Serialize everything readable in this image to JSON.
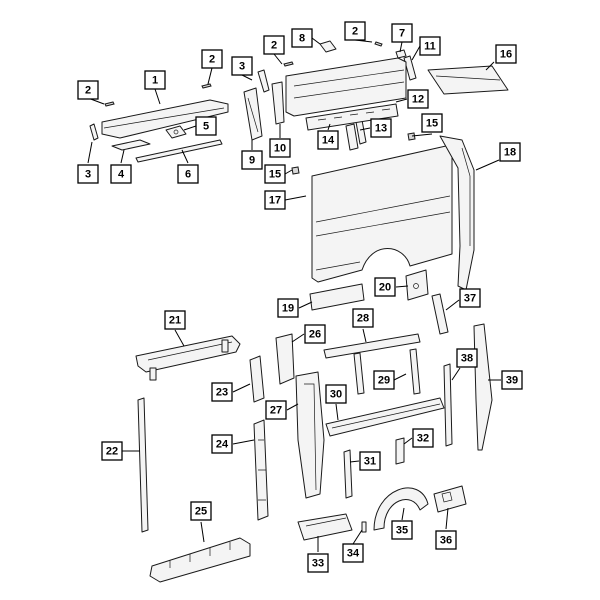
{
  "callouts": [
    {
      "id": "callout-1",
      "label": "1"
    },
    {
      "id": "callout-2a",
      "label": "2"
    },
    {
      "id": "callout-2b",
      "label": "2"
    },
    {
      "id": "callout-2c",
      "label": "2"
    },
    {
      "id": "callout-2d",
      "label": "2"
    },
    {
      "id": "callout-3a",
      "label": "3"
    },
    {
      "id": "callout-3b",
      "label": "3"
    },
    {
      "id": "callout-4",
      "label": "4"
    },
    {
      "id": "callout-5",
      "label": "5"
    },
    {
      "id": "callout-6",
      "label": "6"
    },
    {
      "id": "callout-7",
      "label": "7"
    },
    {
      "id": "callout-8",
      "label": "8"
    },
    {
      "id": "callout-9",
      "label": "9"
    },
    {
      "id": "callout-10",
      "label": "10"
    },
    {
      "id": "callout-11",
      "label": "11"
    },
    {
      "id": "callout-12",
      "label": "12"
    },
    {
      "id": "callout-13",
      "label": "13"
    },
    {
      "id": "callout-14",
      "label": "14"
    },
    {
      "id": "callout-15a",
      "label": "15"
    },
    {
      "id": "callout-15b",
      "label": "15"
    },
    {
      "id": "callout-16",
      "label": "16"
    },
    {
      "id": "callout-17",
      "label": "17"
    },
    {
      "id": "callout-18",
      "label": "18"
    },
    {
      "id": "callout-19",
      "label": "19"
    },
    {
      "id": "callout-20",
      "label": "20"
    },
    {
      "id": "callout-21",
      "label": "21"
    },
    {
      "id": "callout-22",
      "label": "22"
    },
    {
      "id": "callout-23",
      "label": "23"
    },
    {
      "id": "callout-24",
      "label": "24"
    },
    {
      "id": "callout-25",
      "label": "25"
    },
    {
      "id": "callout-26",
      "label": "26"
    },
    {
      "id": "callout-27",
      "label": "27"
    },
    {
      "id": "callout-28",
      "label": "28"
    },
    {
      "id": "callout-29",
      "label": "29"
    },
    {
      "id": "callout-30",
      "label": "30"
    },
    {
      "id": "callout-31",
      "label": "31"
    },
    {
      "id": "callout-32",
      "label": "32"
    },
    {
      "id": "callout-33",
      "label": "33"
    },
    {
      "id": "callout-34",
      "label": "34"
    },
    {
      "id": "callout-35",
      "label": "35"
    },
    {
      "id": "callout-36",
      "label": "36"
    },
    {
      "id": "callout-37",
      "label": "37"
    },
    {
      "id": "callout-38",
      "label": "38"
    },
    {
      "id": "callout-39",
      "label": "39"
    }
  ]
}
